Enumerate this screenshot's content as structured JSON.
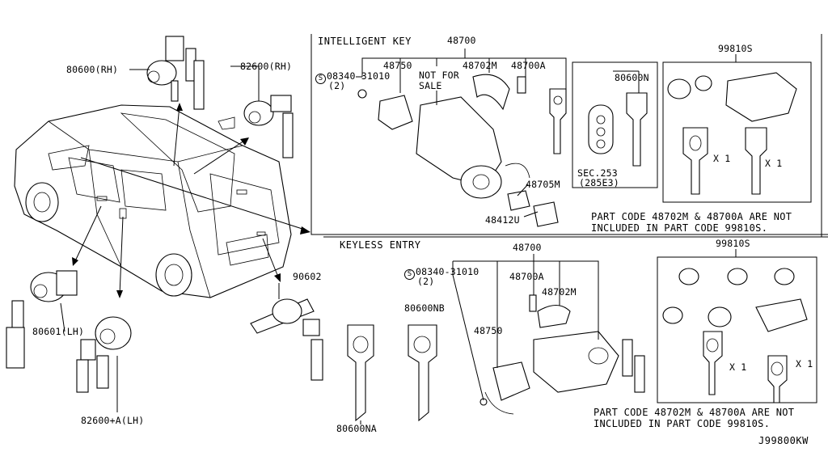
{
  "diagram_code": "J99800KW",
  "sections": {
    "intelligent_key": "INTELLIGENT KEY",
    "keyless_entry": "KEYLESS ENTRY"
  },
  "left_labels": {
    "p80600rh": "80600(RH)",
    "p82600rh": "82600(RH)",
    "p80601lh": "80601(LH)",
    "p82600alh": "82600+A(LH)",
    "p90602": "90602",
    "p80600na": "80600NA",
    "p80600nb": "80600NB"
  },
  "ik_labels": {
    "p48700": "48700",
    "p48750": "48750",
    "not_for_sale": "NOT FOR\nSALE",
    "p48702m": "48702M",
    "p48700a": "48700A",
    "bolt": "08340-31010",
    "bolt_qty": "(2)",
    "bolt_marker": "S",
    "p48705m": "48705M",
    "p48412u": "48412U",
    "p80600n": "80600N",
    "sec": "SEC.253",
    "sec_sub": "(285E3)",
    "p99810s": "99810S",
    "x1a": "X 1",
    "x1b": "X 1",
    "note": "PART CODE 48702M & 48700A ARE NOT\nINCLUDED IN PART CODE 99810S."
  },
  "ke_labels": {
    "p48700": "48700",
    "bolt": "08340-31010",
    "bolt_qty": "(2)",
    "bolt_marker": "S",
    "p48700a": "48700A",
    "p48702m": "48702M",
    "p48750": "48750",
    "p99810s": "99810S",
    "x1a": "X 1",
    "x1b": "X 1",
    "note": "PART CODE 48702M & 48700A ARE NOT\nINCLUDED IN PART CODE 99810S."
  }
}
